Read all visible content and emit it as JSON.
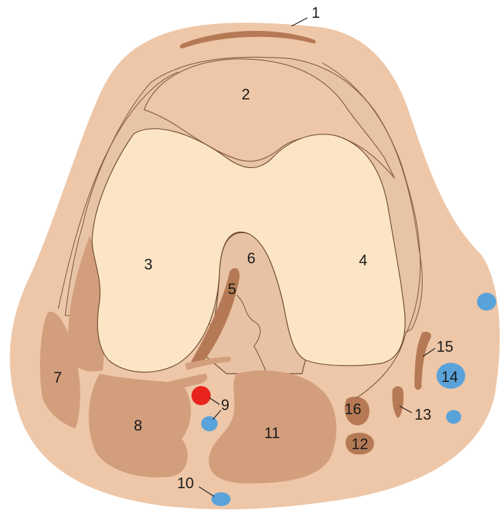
{
  "labels": {
    "l1": "1",
    "l2": "2",
    "l3": "3",
    "l4": "4",
    "l5": "5",
    "l6": "6",
    "l7": "7",
    "l8": "8",
    "l9": "9",
    "l10": "10",
    "l11": "11",
    "l12": "12",
    "l13": "13",
    "l14": "14",
    "l15": "15",
    "l16": "16"
  },
  "colors": {
    "background": "#ffffff",
    "skin": "#eec7a8",
    "fat": "#e8c2a4",
    "bone": "#fce5c4",
    "muscle": "#d29e7c",
    "tendon": "#b57a55",
    "artery": "#e8241d",
    "vein": "#5aa3da",
    "outline": "#6e4a32"
  }
}
